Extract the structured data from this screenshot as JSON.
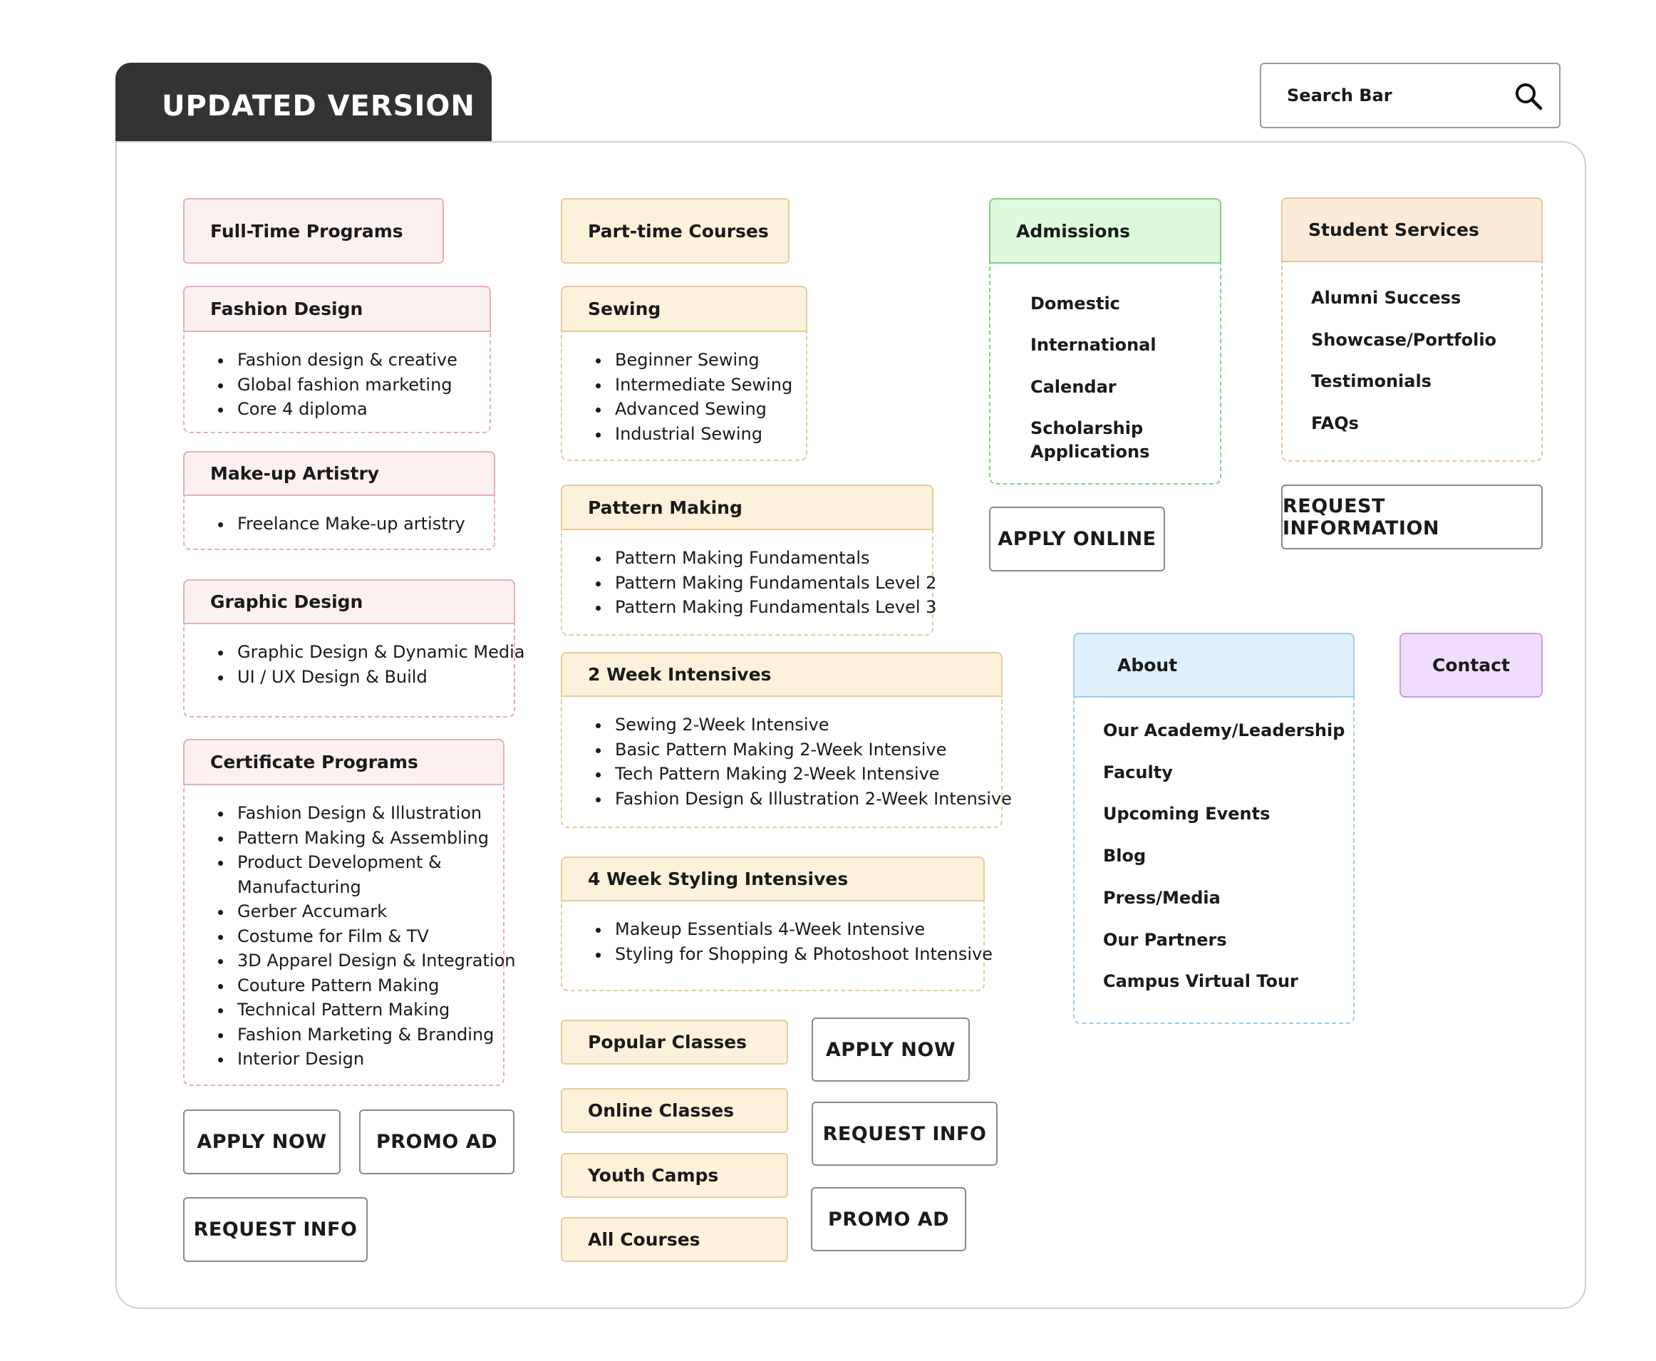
{
  "title": "UPDATED VERSION",
  "search": {
    "placeholder": "Search Bar",
    "icon": "search-icon"
  },
  "colors": {
    "pink": {
      "bg": "#fdf0f0",
      "border": "#e8b0b0"
    },
    "cream": {
      "bg": "#fcf1da",
      "border": "#e4cd9a"
    },
    "green": {
      "bg": "#dcfadc",
      "border": "#86cf86"
    },
    "peach": {
      "bg": "#fcebd9",
      "border": "#e6c69c"
    },
    "blue": {
      "bg": "#dff1fb",
      "border": "#9fcbe8"
    },
    "purple": {
      "bg": "#f0ddfb",
      "border": "#c59ee6"
    }
  },
  "full_time": {
    "heading": "Full-Time Programs",
    "cards": [
      {
        "title": "Fashion Design",
        "items": [
          "Fashion design & creative",
          "Global fashion marketing",
          "Core 4 diploma"
        ]
      },
      {
        "title": "Make-up Artistry",
        "items": [
          "Freelance Make-up artistry"
        ]
      },
      {
        "title": "Graphic Design",
        "items": [
          "Graphic Design & Dynamic Media",
          "UI / UX Design & Build"
        ]
      },
      {
        "title": "Certificate Programs",
        "items": [
          "Fashion Design & Illustration",
          "Pattern Making & Assembling",
          "Product Development & Manufacturing",
          "Gerber Accumark",
          "Costume for Film & TV",
          "3D Apparel Design & Integration",
          "Couture Pattern Making",
          "Technical Pattern Making",
          "Fashion Marketing & Branding",
          "Interior Design"
        ]
      }
    ],
    "buttons": [
      "APPLY NOW",
      "PROMO AD",
      "REQUEST INFO"
    ]
  },
  "part_time": {
    "heading": "Part-time Courses",
    "cards": [
      {
        "title": "Sewing",
        "items": [
          "Beginner Sewing",
          "Intermediate Sewing",
          "Advanced Sewing",
          "Industrial Sewing"
        ]
      },
      {
        "title": "Pattern Making",
        "items": [
          "Pattern Making Fundamentals",
          "Pattern Making Fundamentals Level 2",
          "Pattern Making Fundamentals Level 3"
        ]
      },
      {
        "title": "2 Week Intensives",
        "items": [
          "Sewing 2-Week Intensive",
          "Basic Pattern Making 2-Week Intensive",
          "Tech Pattern Making 2-Week Intensive",
          "Fashion Design & Illustration 2-Week Intensive"
        ]
      },
      {
        "title": "4 Week Styling Intensives",
        "items": [
          "Makeup Essentials 4-Week Intensive",
          "Styling for Shopping & Photoshoot Intensive"
        ]
      }
    ],
    "links": [
      "Popular Classes",
      "Online Classes",
      "Youth Camps",
      "All Courses"
    ],
    "buttons": [
      "APPLY NOW",
      "REQUEST INFO",
      "PROMO AD"
    ]
  },
  "admissions": {
    "heading": "Admissions",
    "items": [
      "Domestic",
      "International",
      "Calendar",
      "Scholarship Applications"
    ],
    "button": "APPLY ONLINE"
  },
  "student_services": {
    "heading": "Student Services",
    "items": [
      "Alumni Success",
      "Showcase/Portfolio",
      "Testimonials",
      "FAQs"
    ],
    "button": "REQUEST INFORMATION"
  },
  "about": {
    "heading": "About",
    "items": [
      "Our Academy/Leadership",
      "Faculty",
      "Upcoming Events",
      "Blog",
      "Press/Media",
      "Our Partners",
      "Campus Virtual Tour"
    ]
  },
  "contact": {
    "label": "Contact"
  }
}
